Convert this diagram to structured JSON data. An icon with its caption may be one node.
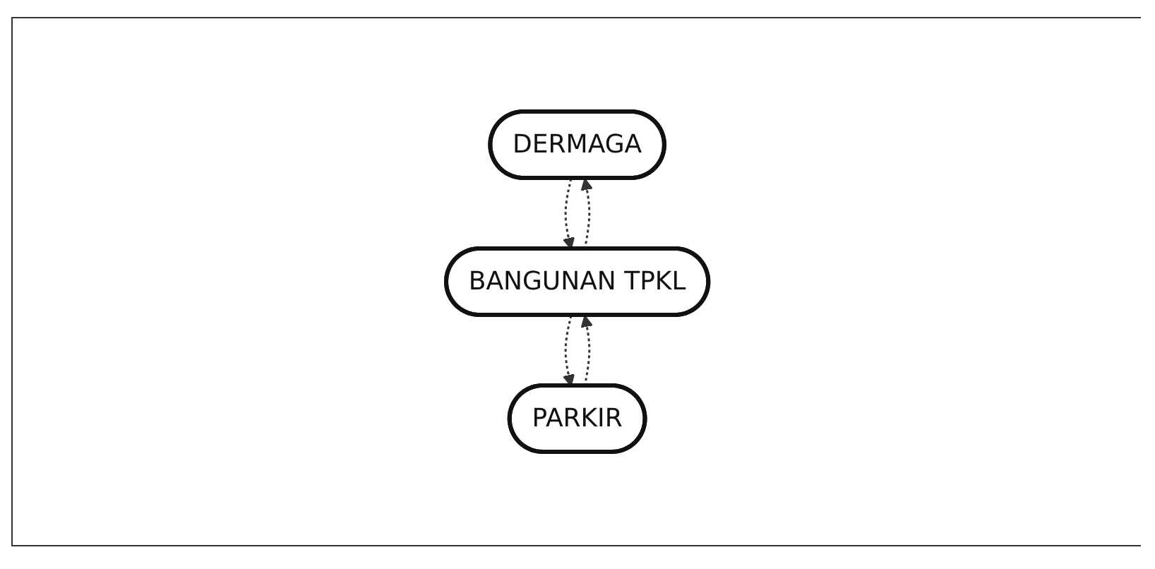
{
  "diagram": {
    "nodes": [
      {
        "text": [
          "DERMAGA"
        ]
      },
      {
        "text": [
          "BANGUNAN TPKL"
        ]
      },
      {
        "text": [
          "PARKIR"
        ]
      }
    ],
    "edges": [
      {
        "from": 1,
        "to": 0,
        "arrow": "to",
        "style": "dashed"
      },
      {
        "from": 0,
        "to": 1,
        "arrow": "to",
        "style": "dashed"
      },
      {
        "from": 2,
        "to": 1,
        "arrow": "to",
        "style": "dashed"
      },
      {
        "from": 1,
        "to": 2,
        "arrow": "to",
        "style": "dashed"
      }
    ]
  }
}
